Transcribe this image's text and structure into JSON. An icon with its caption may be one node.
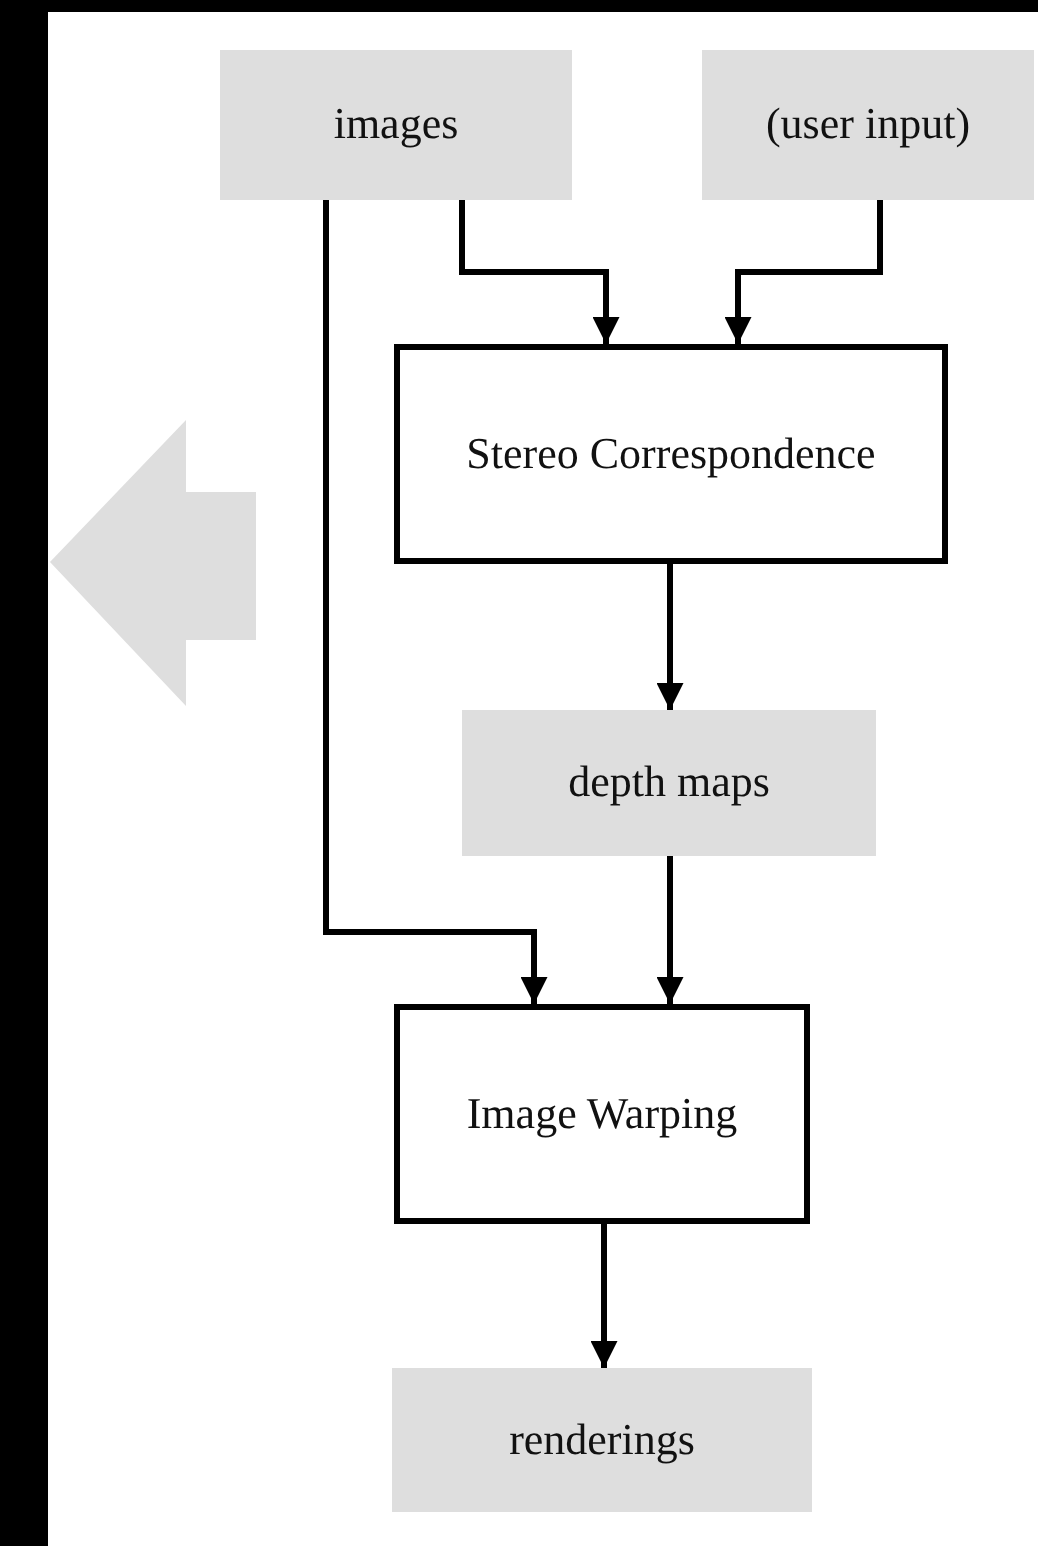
{
  "diagram": {
    "nodes": [
      {
        "text": [
          "images"
        ]
      },
      {
        "text": [
          "(user input)"
        ]
      },
      {
        "text": [
          "Stereo Correspondence"
        ]
      },
      {
        "text": [
          "depth maps"
        ]
      },
      {
        "text": [
          "Image Warping"
        ]
      },
      {
        "text": [
          "renderings"
        ]
      }
    ],
    "edges": [
      {
        "from": 0,
        "to": 2,
        "arrow": "to"
      },
      {
        "from": 1,
        "to": 2,
        "arrow": "to"
      },
      {
        "from": 2,
        "to": 3,
        "arrow": "to"
      },
      {
        "from": 0,
        "to": 4,
        "arrow": "to"
      },
      {
        "from": 3,
        "to": 4,
        "arrow": "to"
      },
      {
        "from": 4,
        "to": 5,
        "arrow": "to"
      }
    ]
  }
}
